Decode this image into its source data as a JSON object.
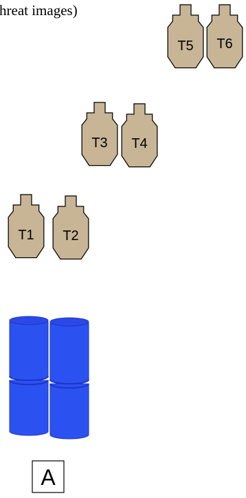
{
  "header_text": "hreat images)",
  "colors": {
    "target_fill": "#c8b596",
    "target_stroke": "#000000",
    "barrel_fill": "#2b52f0",
    "barrel_top": "#2a49e6",
    "barrel_band": "#1b36c8",
    "box_stroke": "#000000"
  },
  "targets": [
    {
      "label": "T1"
    },
    {
      "label": "T2"
    },
    {
      "label": "T3"
    },
    {
      "label": "T4"
    },
    {
      "label": "T5"
    },
    {
      "label": "T6"
    }
  ],
  "barrels": {
    "columns": 2,
    "sections_per_column": 2
  },
  "position_marker": {
    "label": "A"
  }
}
